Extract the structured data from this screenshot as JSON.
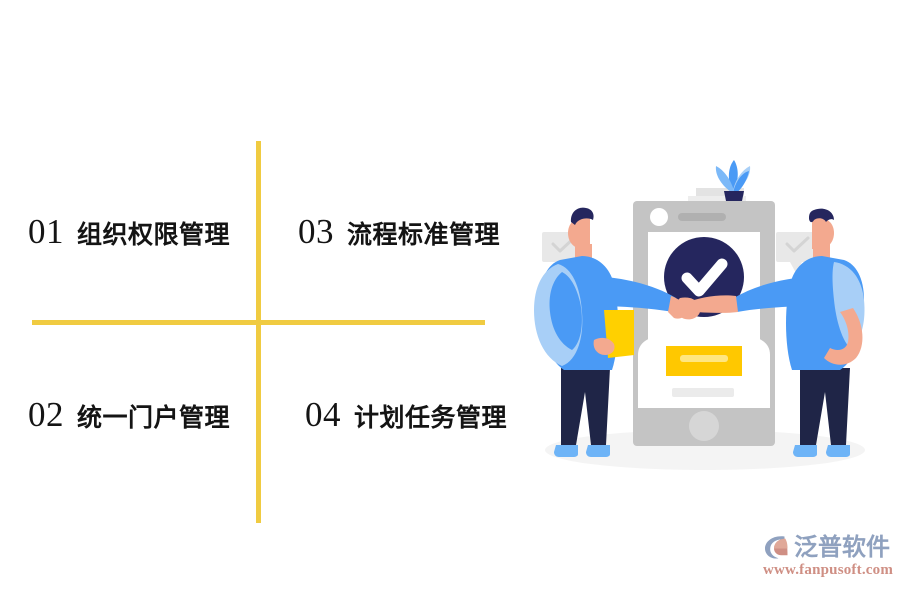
{
  "slide": {
    "background_color": "#ffffff",
    "divider_color": "#F0CB41"
  },
  "quadrants": [
    {
      "number": "01",
      "label": "组织权限管理",
      "position": "top-left"
    },
    {
      "number": "03",
      "label": "流程标准管理",
      "position": "top-right"
    },
    {
      "number": "02",
      "label": "统一门户管理",
      "position": "bottom-left"
    },
    {
      "number": "04",
      "label": "计划任务管理",
      "position": "bottom-right"
    }
  ],
  "illustration": {
    "name": "handshake-agreement-illustration",
    "description": "两人握手，身后是带对勾的大手机",
    "colors": {
      "phone_body": "#c4c4c4",
      "phone_screen": "#ffffff",
      "check_circle": "#25265e",
      "check_mark": "#ffffff",
      "shirt_blue": "#4a9af5",
      "shirt_light_blue": "#a8cff7",
      "pants_navy": "#1f2547",
      "shoe_blue": "#6eb4f7",
      "skin": "#f3a98f",
      "hair_navy": "#25265e",
      "folder_yellow": "#ffd000",
      "accent_yellow": "#ffc800",
      "plant_leaf": "#4a9af5",
      "plant_pot": "#25265e",
      "bubble_gray": "#e8e8e8",
      "shadow_gray": "#f2f2f2"
    }
  },
  "watermark": {
    "brand_cn": "泛普软件",
    "url": "www.fanpusoft.com",
    "mark_outer_color": "#8fa1bf",
    "mark_inner_color": "#cf8f84",
    "text_color": "#8fa1bf",
    "url_color": "#cf8f84"
  }
}
